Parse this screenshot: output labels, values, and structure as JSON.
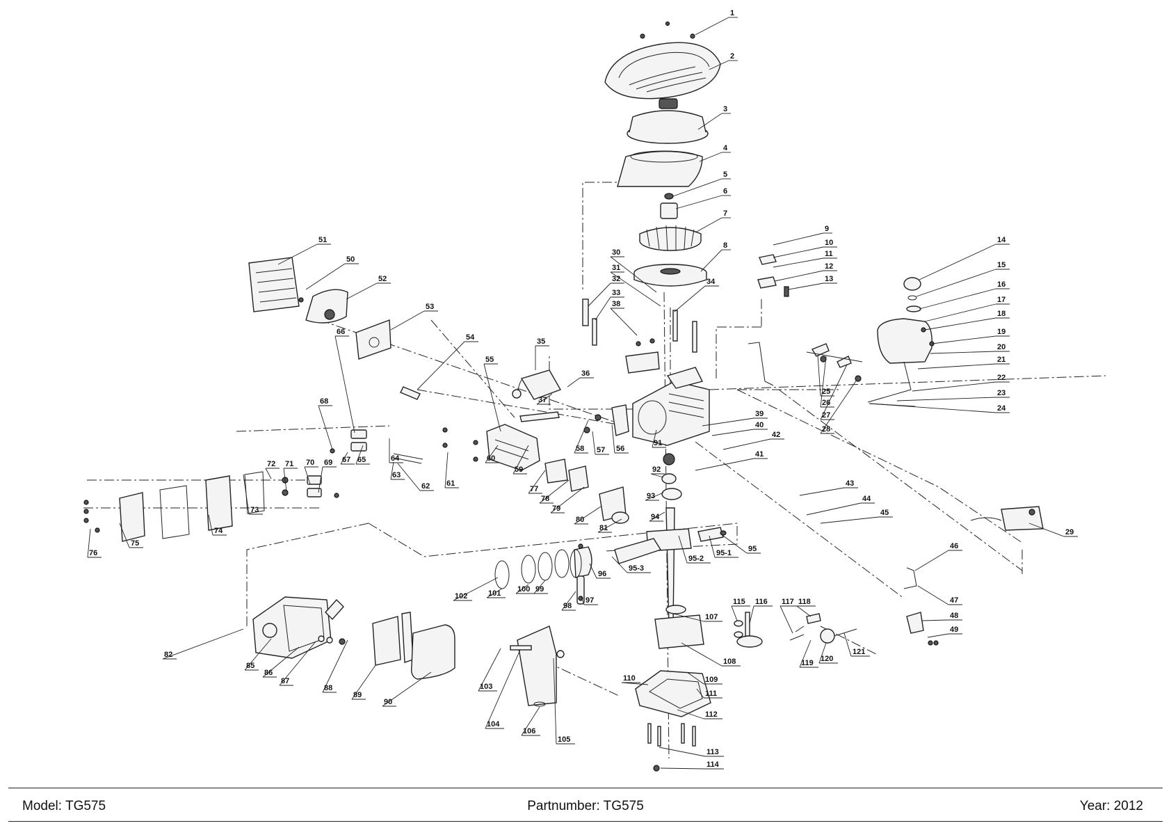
{
  "diagram": {
    "callouts": [
      "1",
      "2",
      "3",
      "4",
      "5",
      "6",
      "7",
      "8",
      "9",
      "10",
      "11",
      "12",
      "13",
      "14",
      "15",
      "16",
      "17",
      "18",
      "19",
      "20",
      "21",
      "22",
      "23",
      "24",
      "25",
      "26",
      "27",
      "28",
      "29",
      "30",
      "31",
      "32",
      "33",
      "34",
      "35",
      "36",
      "37",
      "38",
      "39",
      "40",
      "41",
      "42",
      "43",
      "44",
      "45",
      "46",
      "47",
      "48",
      "49",
      "50",
      "51",
      "52",
      "53",
      "54",
      "55",
      "56",
      "57",
      "58",
      "59",
      "60",
      "61",
      "62",
      "63",
      "64",
      "65",
      "66",
      "67",
      "68",
      "69",
      "70",
      "71",
      "72",
      "73",
      "74",
      "75",
      "76",
      "77",
      "78",
      "79",
      "80",
      "81",
      "82",
      "85",
      "86",
      "87",
      "88",
      "89",
      "90",
      "91",
      "92",
      "93",
      "94",
      "95",
      "95-1",
      "95-2",
      "95-3",
      "96",
      "97",
      "98",
      "99",
      "100",
      "101",
      "102",
      "103",
      "104",
      "105",
      "106",
      "107",
      "108",
      "109",
      "110",
      "111",
      "112",
      "113",
      "114",
      "115",
      "116",
      "117",
      "118",
      "119",
      "120",
      "121"
    ]
  },
  "footer": {
    "model": "Model: TG575",
    "partnumber": "Partnumber: TG575",
    "year": "Year: 2012"
  }
}
